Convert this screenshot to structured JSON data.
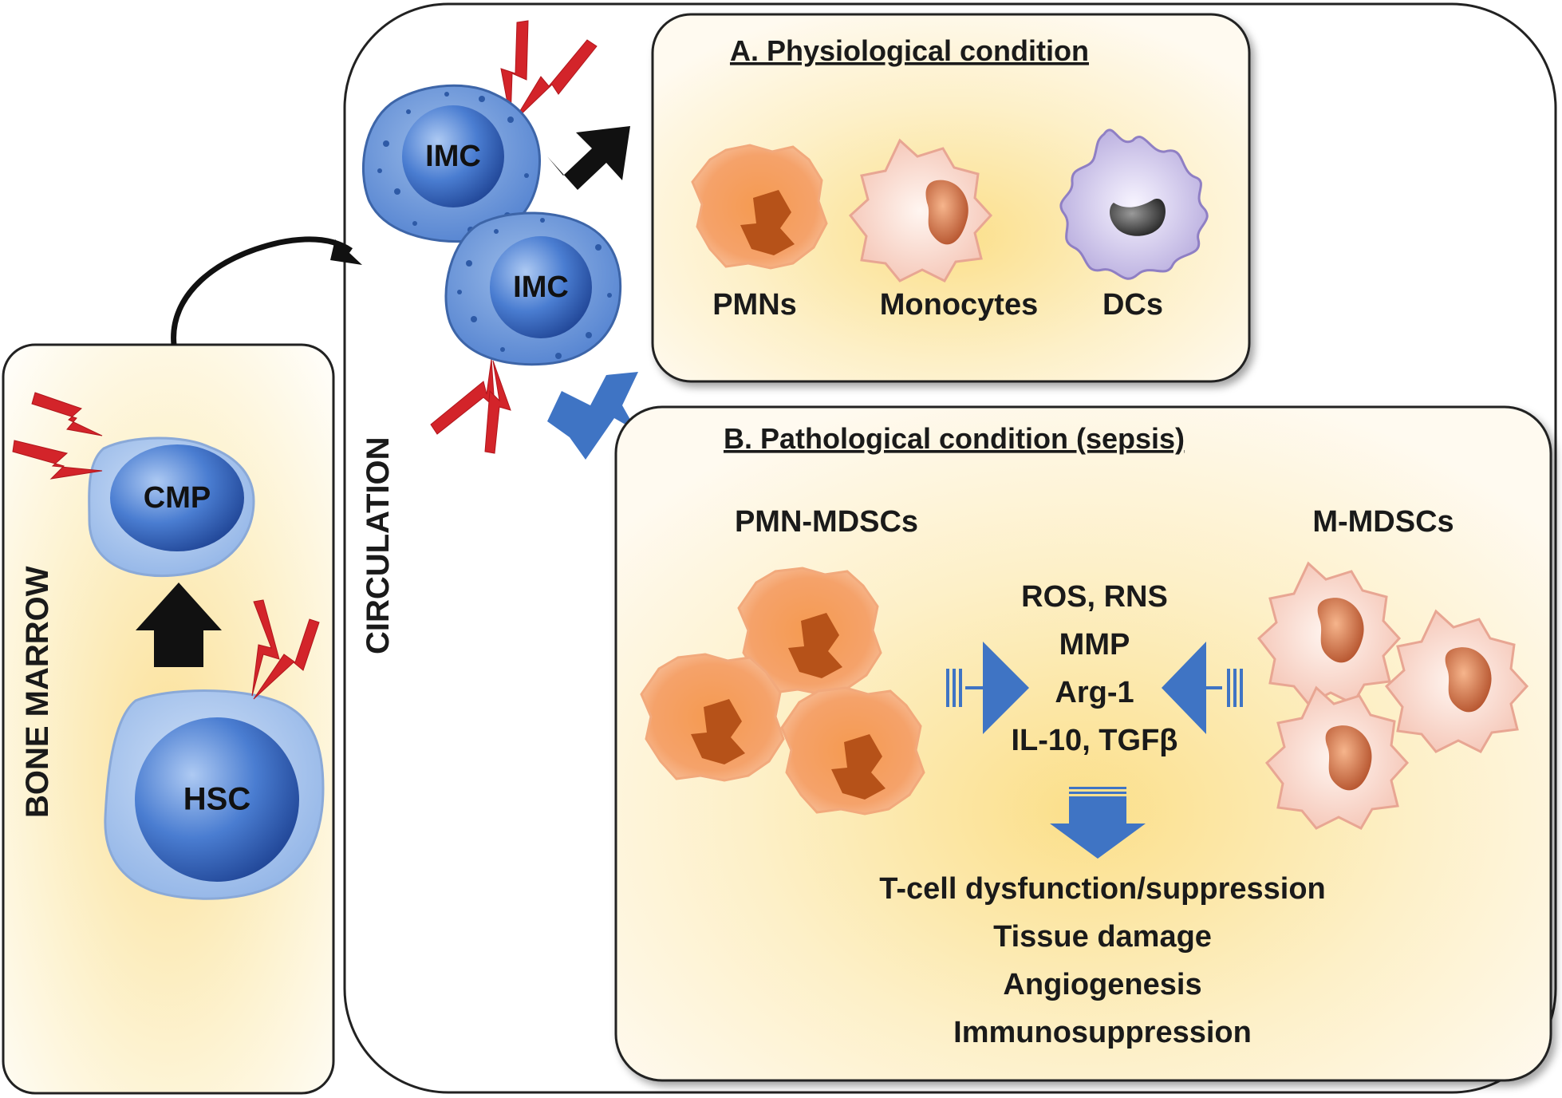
{
  "bone_marrow": {
    "title": "BONE MARROW",
    "cells": {
      "upper": "CMP",
      "lower": "HSC"
    }
  },
  "circulation": {
    "title": "CIRCULATION",
    "cells": {
      "first": "IMC",
      "second": "IMC"
    }
  },
  "panel_a": {
    "heading": "A. Physiological condition",
    "cells": [
      "PMNs",
      "Monocytes",
      "DCs"
    ]
  },
  "panel_b": {
    "heading": "B. Pathological condition (sepsis)",
    "left_group": "PMN-MDSCs",
    "right_group": "M-MDSCs",
    "mediators": [
      "ROS, RNS",
      "MMP",
      "Arg-1",
      "IL-10, TGFβ"
    ],
    "outcomes": [
      "T-cell dysfunction/suppression",
      "Tissue damage",
      "Angiogenesis",
      "Immunosuppression"
    ]
  },
  "colors": {
    "marrow_cell_blue": "#4f7fcf",
    "neutrophil_orange": "#f08a4b",
    "monocyte_pink": "#f5c9bb",
    "dc_purple": "#b4a8dc",
    "arrow_blue": "#3f74c4",
    "lightning_red": "#d3242a",
    "panel_glow": "#fce6a0"
  }
}
